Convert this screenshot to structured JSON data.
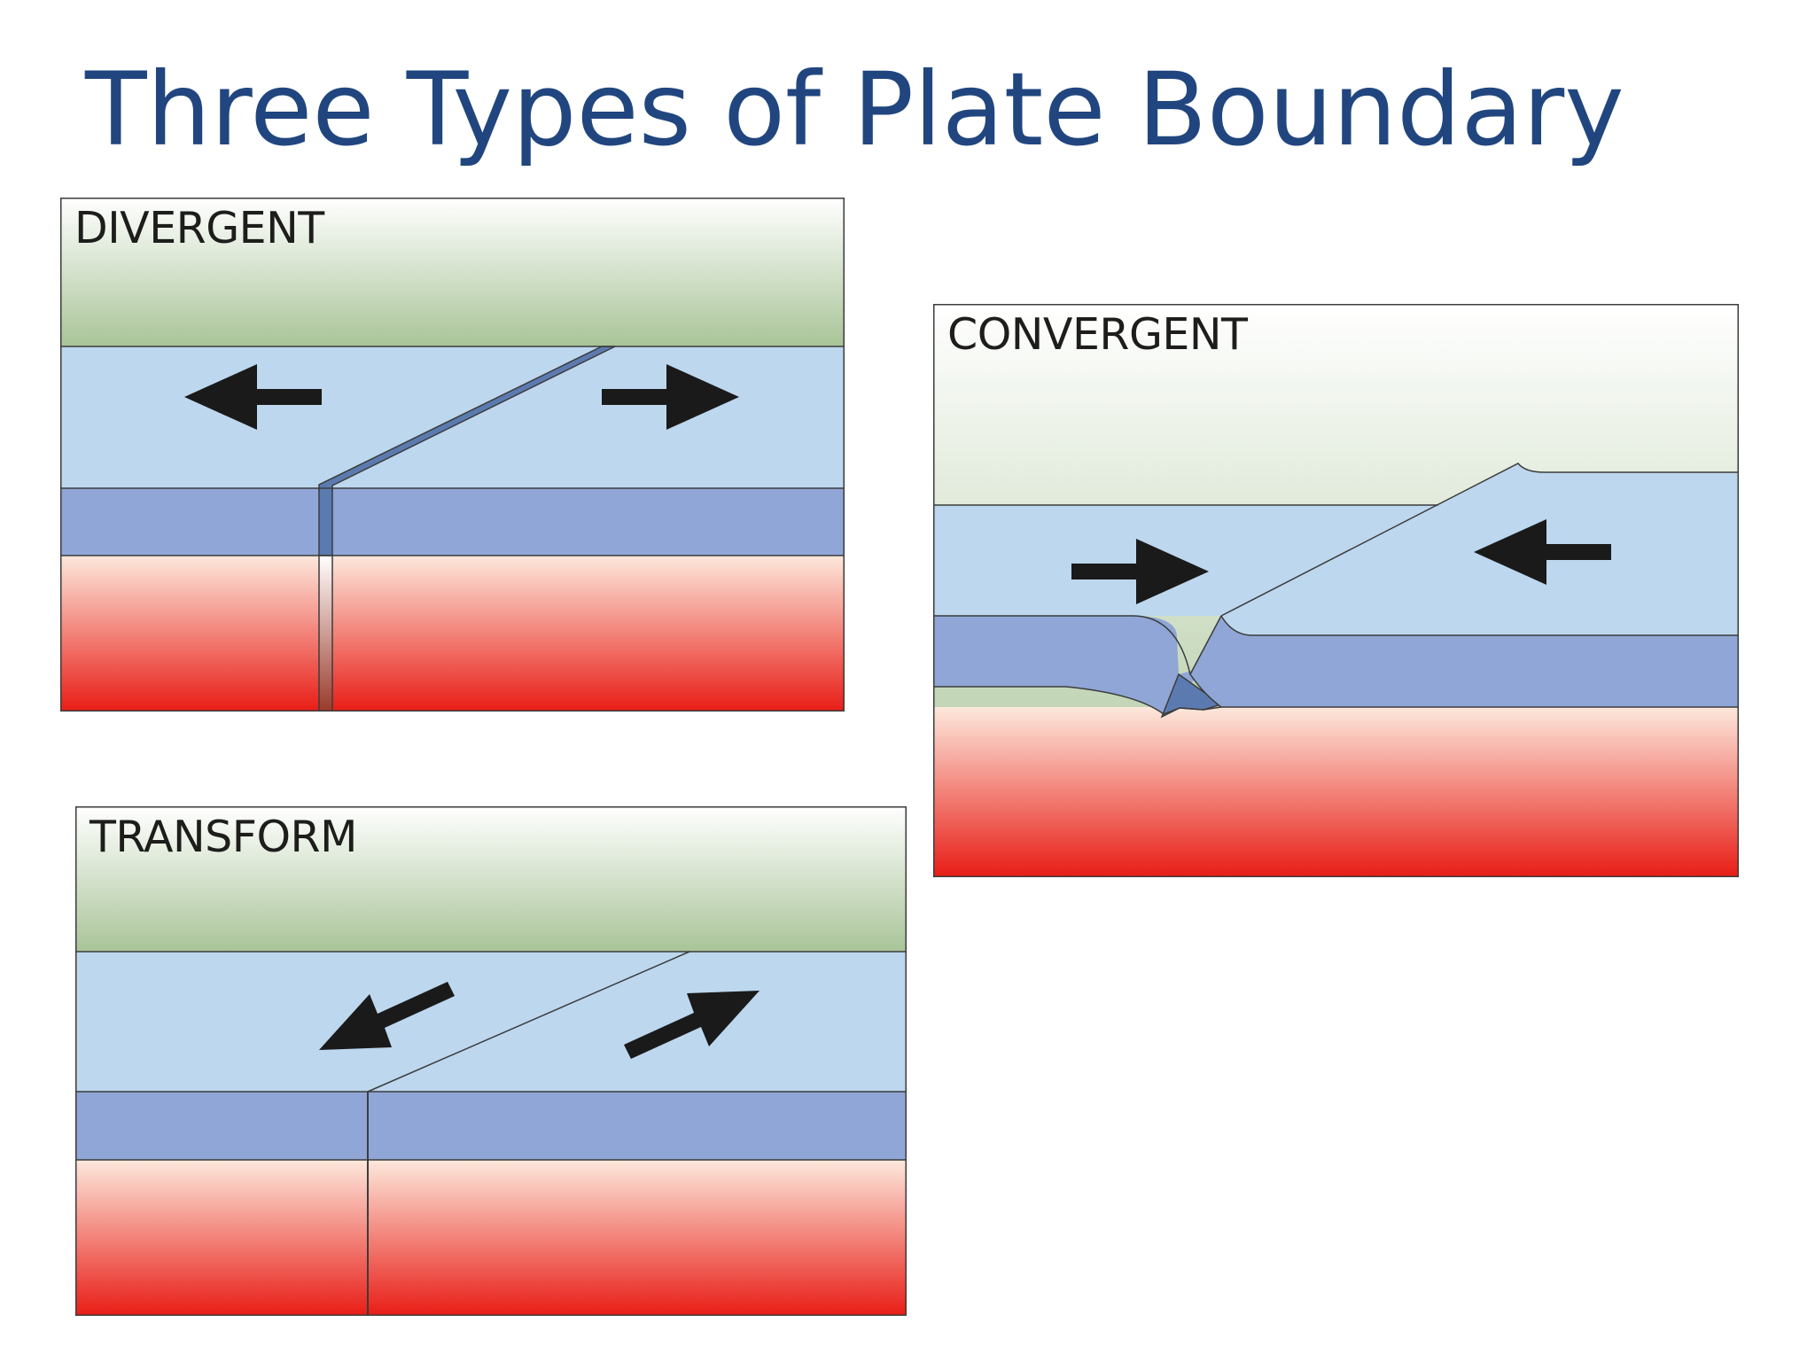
{
  "slide": {
    "title": "Three Types of Plate Boundary"
  },
  "panels": [
    {
      "id": "divergent",
      "label": "DIVERGENT",
      "motion": "plates moving apart"
    },
    {
      "id": "convergent",
      "label": "CONVERGENT",
      "motion": "plates moving together"
    },
    {
      "id": "transform",
      "label": "TRANSFORM",
      "motion": "plates sliding past each other"
    }
  ],
  "colors": {
    "title": "#21467f",
    "sky_top": "#ffffff",
    "sky_bottom": "#a9c498",
    "upper_plate": "#bdd7ee",
    "lower_plate": "#8fa6d6",
    "fault_face": "#5b7bb0",
    "mantle_top": "#fde3d6",
    "mantle_bottom": "#e81d16",
    "arrow": "#1a1a1a",
    "outline": "#3c3c3c"
  }
}
